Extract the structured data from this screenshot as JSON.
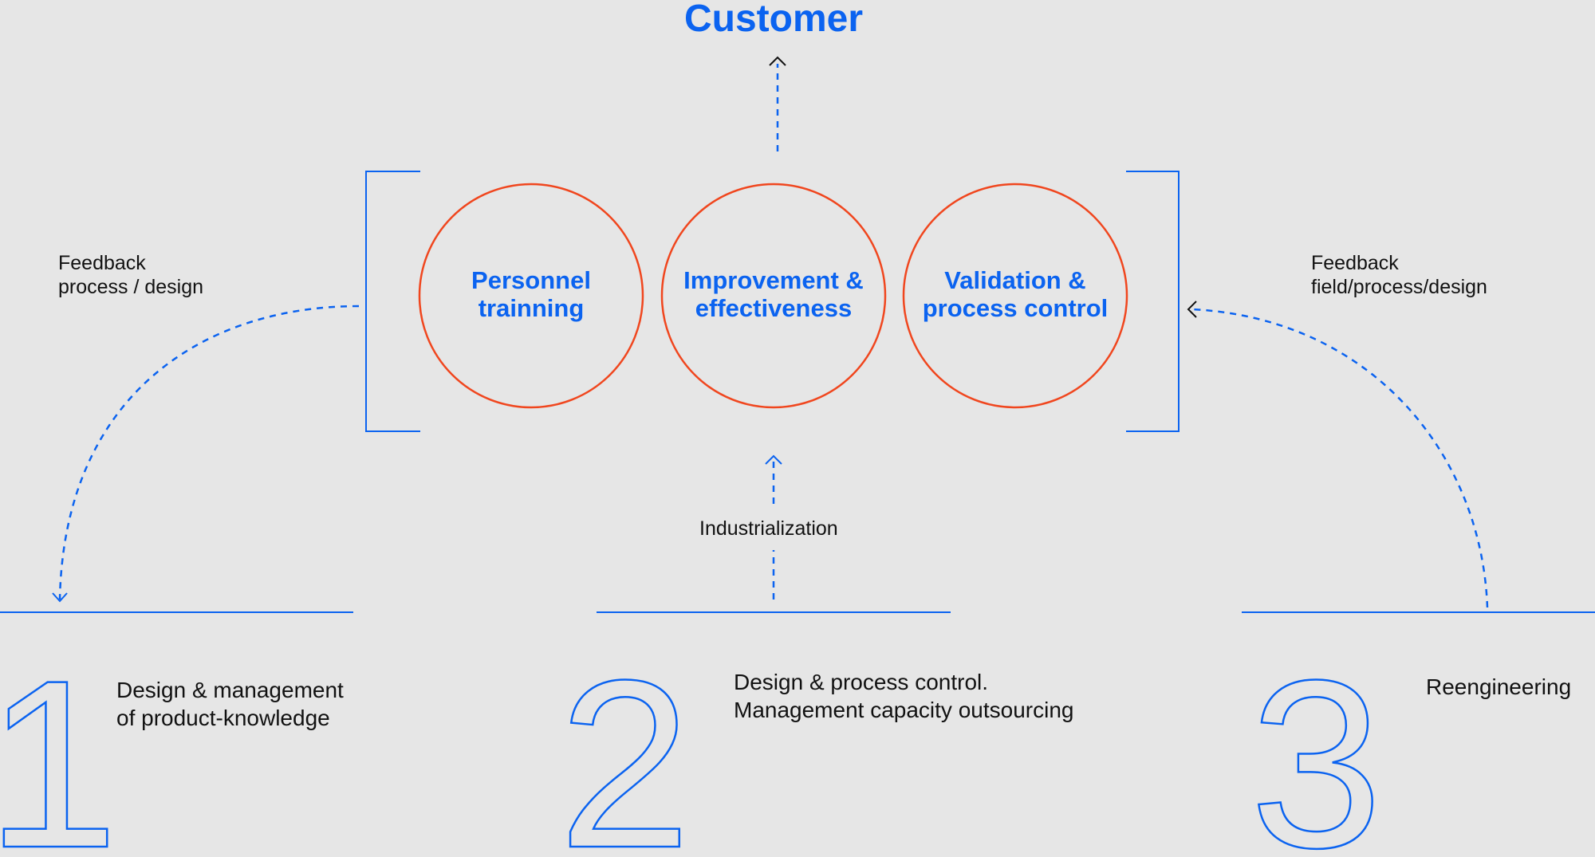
{
  "colors": {
    "background": "#e6e6e6",
    "blue": "#0b63f0",
    "orange": "#f0461e",
    "text": "#111111"
  },
  "title": "Customer",
  "circles": [
    {
      "line1": "Personnel",
      "line2": "trainning"
    },
    {
      "line1": "Improvement &",
      "line2": "effectiveness"
    },
    {
      "line1": "Validation &",
      "line2": "process control"
    }
  ],
  "feedback_left": {
    "line1": "Feedback",
    "line2": "process / design"
  },
  "feedback_right": {
    "line1": "Feedback",
    "line2": "field/process/design"
  },
  "industrialization": "Industrialization",
  "stages": [
    {
      "number": "1",
      "line1": "Design & management",
      "line2": "of product-knowledge"
    },
    {
      "number": "2",
      "line1": "Design & process control.",
      "line2": "Management capacity outsourcing"
    },
    {
      "number": "3",
      "line1": "Reengineering",
      "line2": ""
    }
  ]
}
